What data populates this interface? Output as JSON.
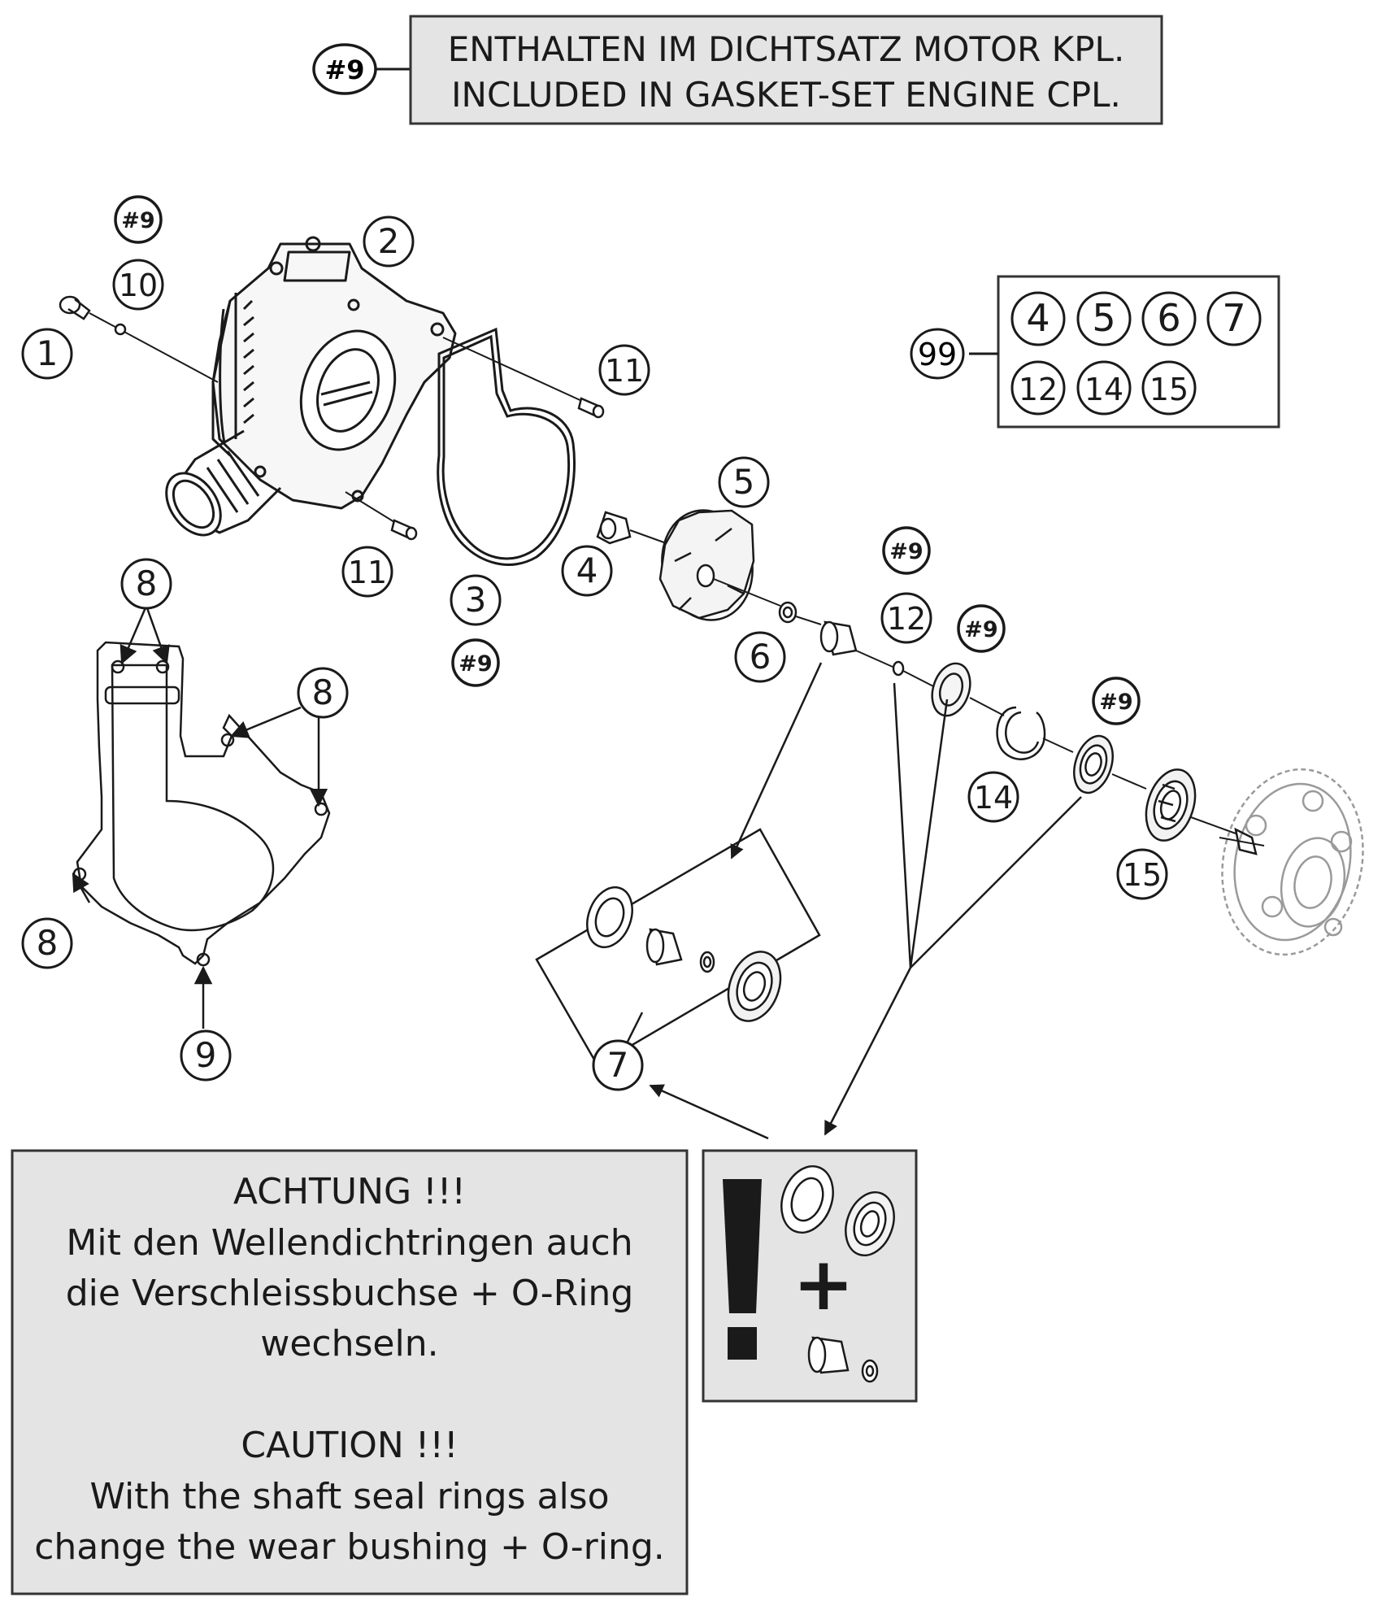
{
  "header_note": {
    "ref": "#9",
    "line1": "ENTHALTEN IM DICHTSATZ MOTOR KPL.",
    "line2": "INCLUDED IN GASKET-SET ENGINE CPL."
  },
  "kit": {
    "ref": "99",
    "items": [
      "4",
      "5",
      "6",
      "7",
      "12",
      "14",
      "15"
    ]
  },
  "callouts": {
    "p1": "1",
    "p2": "2",
    "p3": "3",
    "p4": "4",
    "p5": "5",
    "p6": "6",
    "p7": "7",
    "p8a": "8",
    "p8b": "8",
    "p8c": "8",
    "p9": "9",
    "p10": "10",
    "p11a": "11",
    "p11b": "11",
    "p12": "12",
    "p14": "14",
    "p15": "15",
    "g1": "#9",
    "g2": "#9",
    "g3": "#9",
    "g4": "#9",
    "g5": "#9"
  },
  "warning": {
    "de_title": "ACHTUNG !!!",
    "de_line1": "Mit den Wellendichtringen auch",
    "de_line2": "die Verschleissbuchse + O-Ring",
    "de_line3": "wechseln.",
    "en_title": "CAUTION !!!",
    "en_line1": "With the shaft seal rings also",
    "en_line2": "change the wear bushing + O-ring."
  },
  "warning_icon": {
    "mark": "!",
    "plus": "+"
  },
  "colors": {
    "panel": "#e4e4e4",
    "ink": "#1a1a1a",
    "line": "#333333"
  }
}
